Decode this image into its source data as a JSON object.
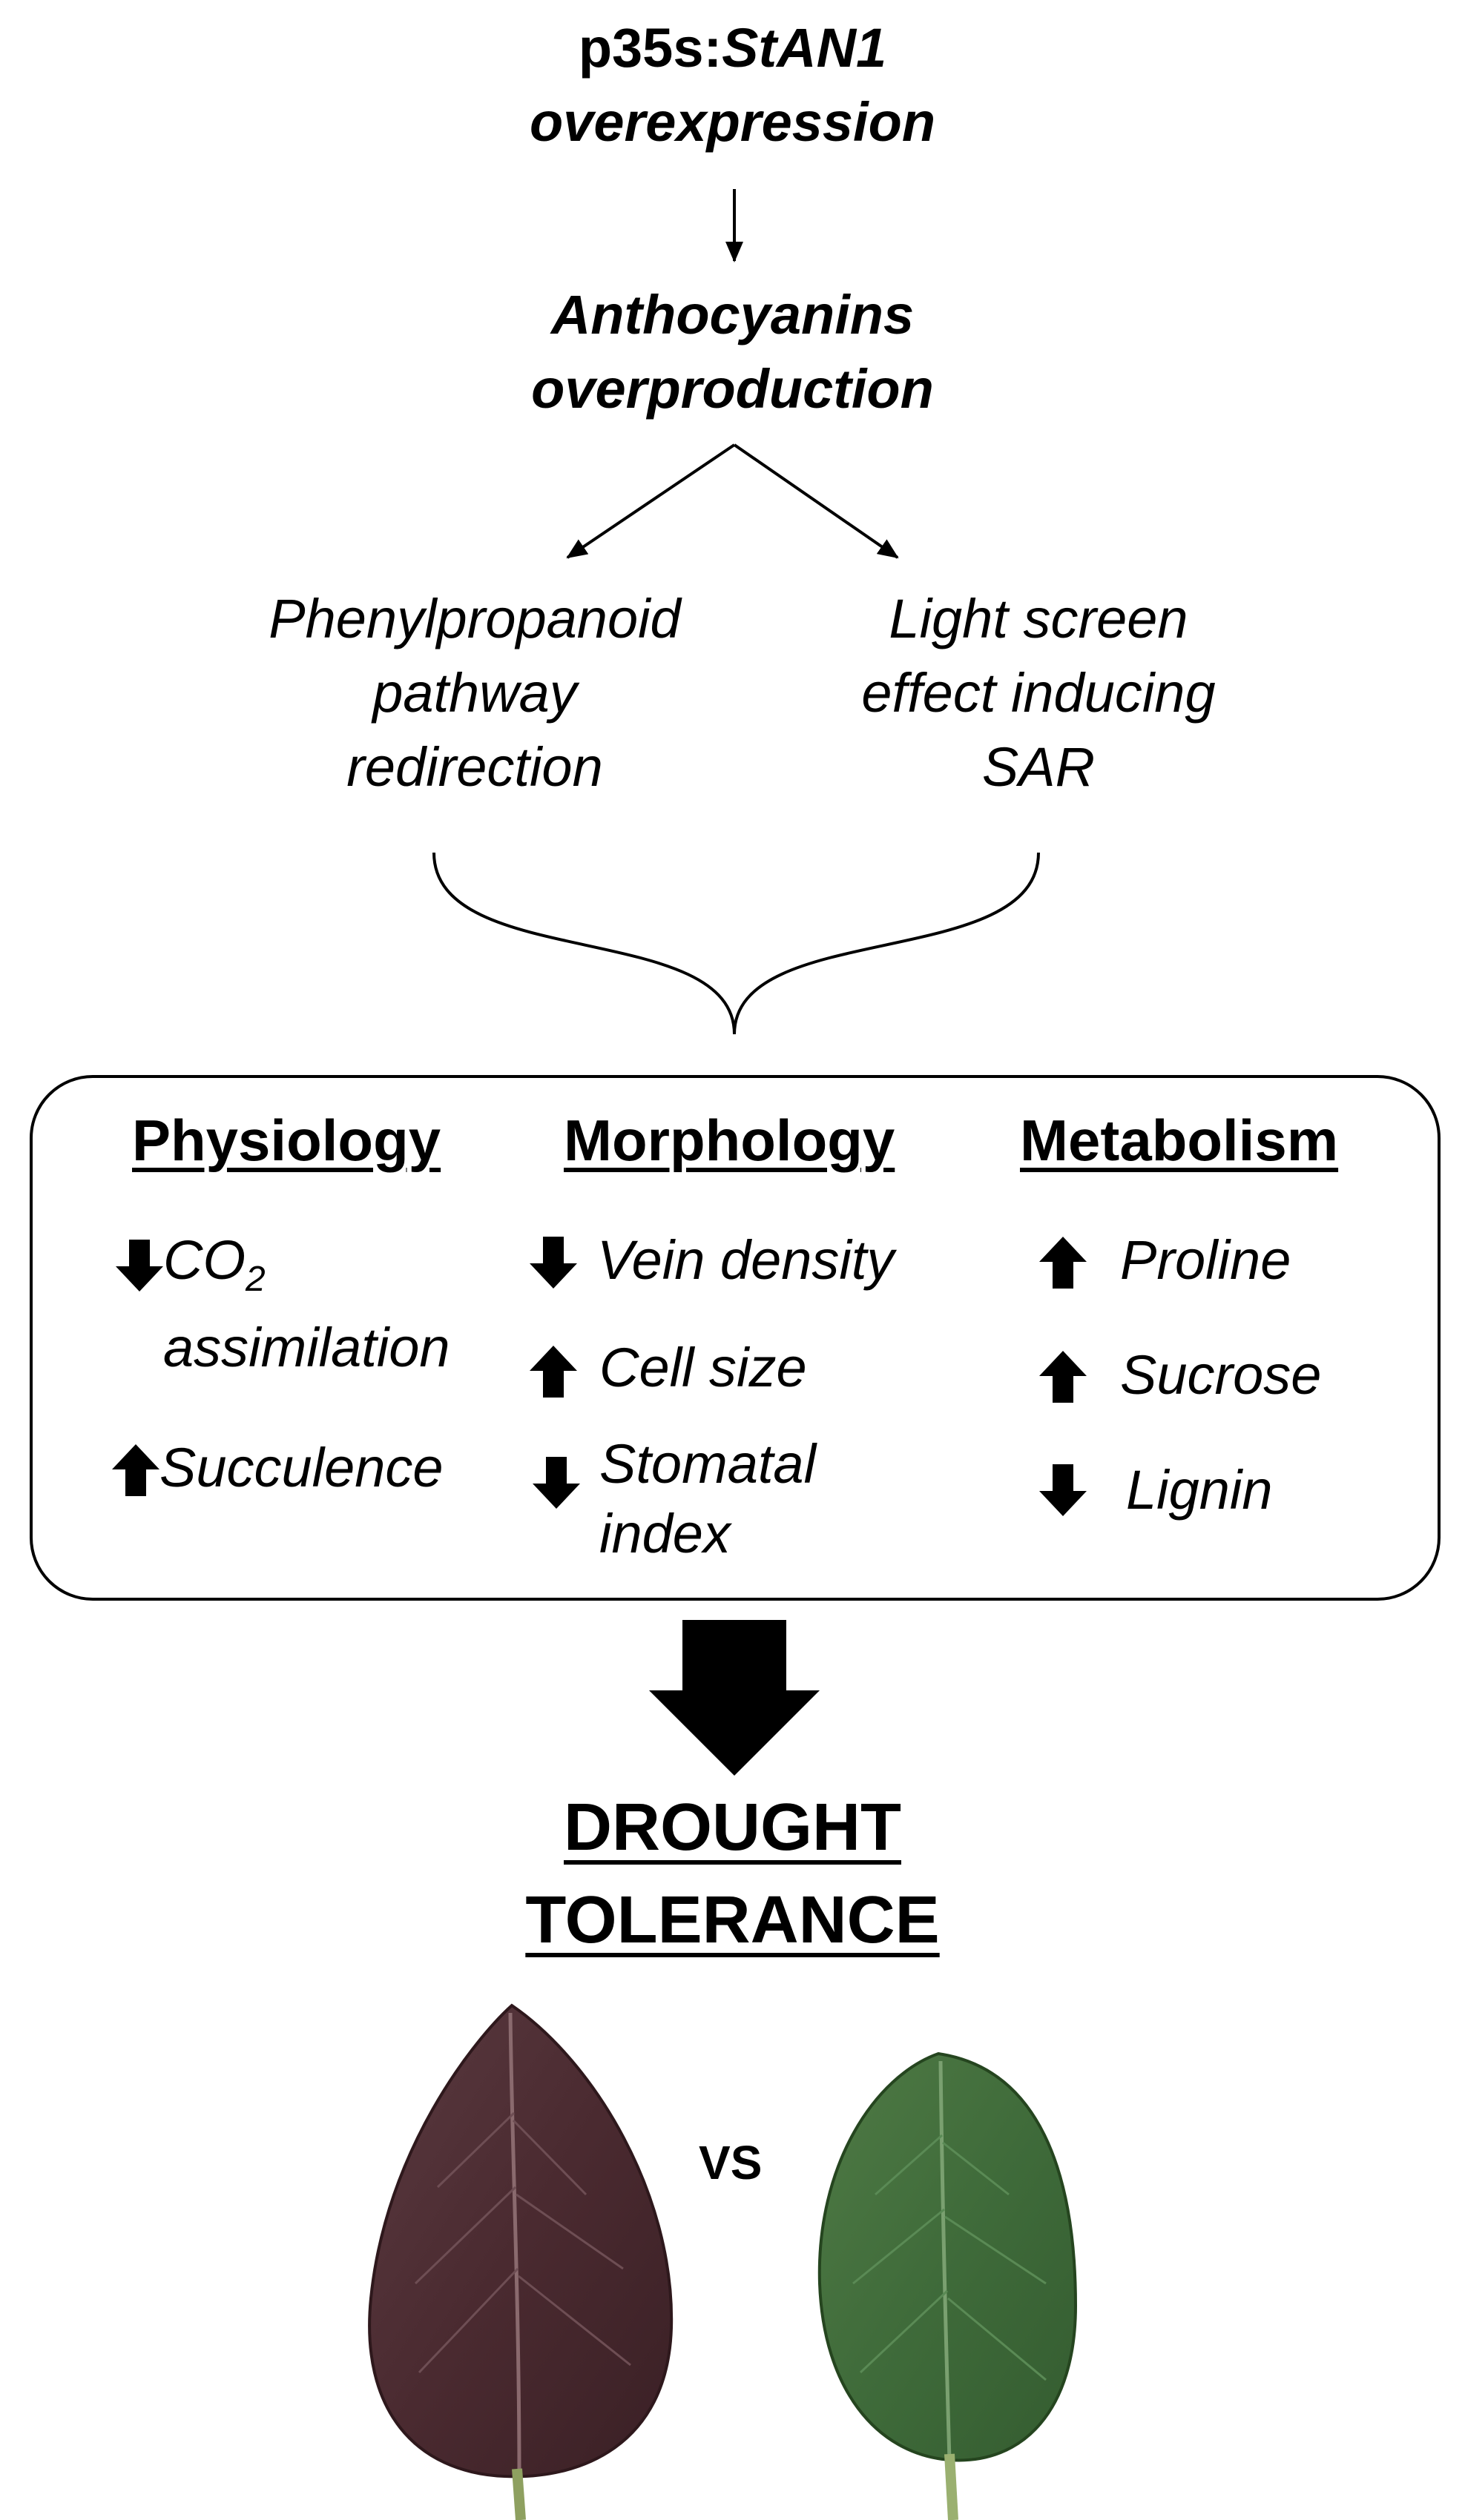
{
  "top": {
    "prefix": "p35s:",
    "gene": "StAN1",
    "line2": "overexpression"
  },
  "middle": {
    "line1": "Anthocyanins",
    "line2": "overproduction"
  },
  "branches": {
    "left": [
      "Phenylpropanoid",
      "pathway",
      "redirection"
    ],
    "right": [
      "Light screen",
      "effect inducing",
      "SAR"
    ]
  },
  "columns": {
    "physiology": {
      "title": "Physiology",
      "items": [
        {
          "direction": "down",
          "line1": "CO",
          "sub": "2",
          "line2": "assimilation"
        },
        {
          "direction": "up",
          "line1": "Succulence"
        }
      ]
    },
    "morphology": {
      "title": "Morphology",
      "items": [
        {
          "direction": "down",
          "line1": "Vein density"
        },
        {
          "direction": "up",
          "line1": "Cell size"
        },
        {
          "direction": "down",
          "line1": "Stomatal",
          "line2": "index"
        }
      ]
    },
    "metabolism": {
      "title": "Metabolism",
      "items": [
        {
          "direction": "up",
          "line1": "Proline"
        },
        {
          "direction": "up",
          "line1": "Sucrose"
        },
        {
          "direction": "down",
          "line1": "Lignin"
        }
      ]
    }
  },
  "outcome": {
    "line1": "DROUGHT",
    "line2": "TOLERANCE"
  },
  "comparison": {
    "label": "VS",
    "left_leaf_color": "#4a2a30",
    "right_leaf_color": "#3f6b3a"
  }
}
